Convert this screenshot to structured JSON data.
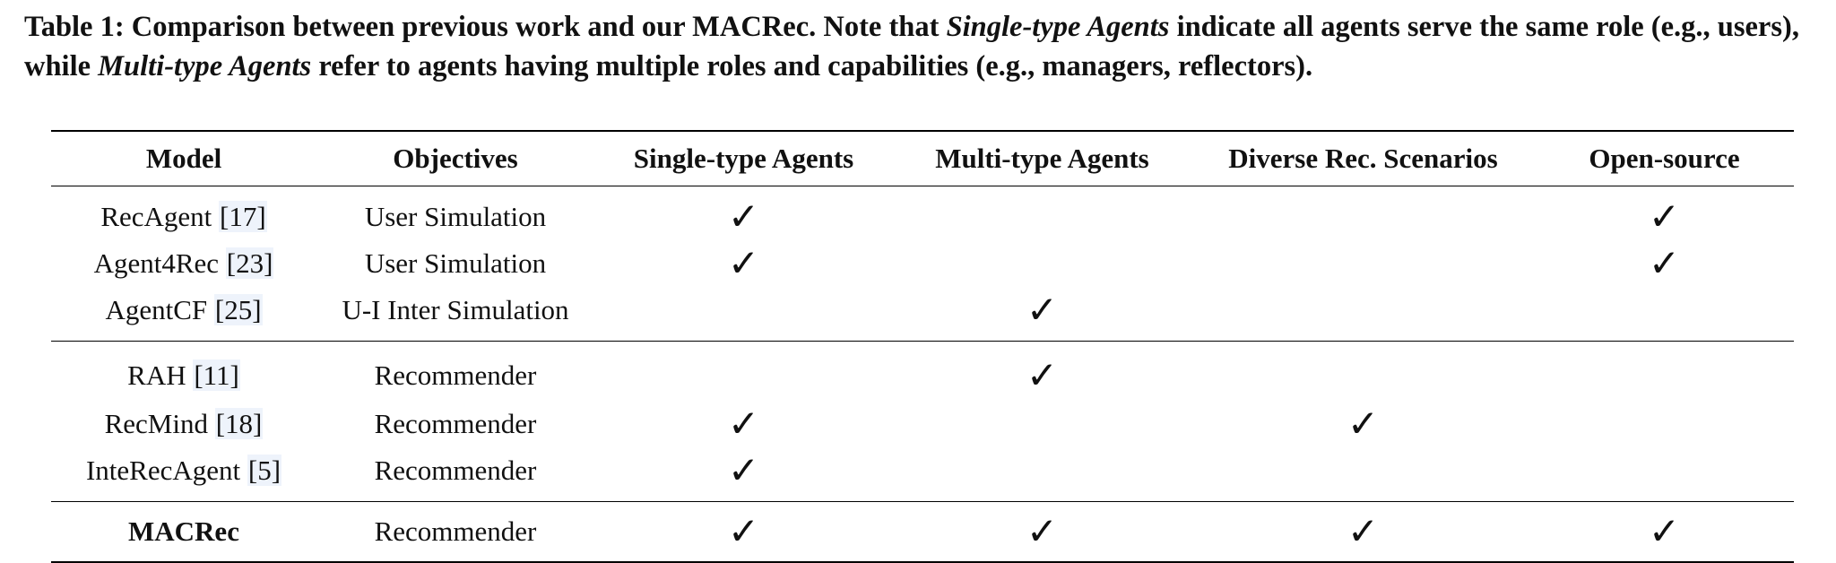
{
  "caption": {
    "part1": "Table 1: Comparison between previous work and our MACRec. Note that ",
    "em1": "Single-type Agents",
    "part2": " indicate all agents serve the same role (e.g., users), while ",
    "em2": "Multi-type Agents",
    "part3": " refer to agents having multiple roles and capabilities (e.g., managers, reflectors)."
  },
  "table": {
    "headers": [
      "Model",
      "Objectives",
      "Single-type Agents",
      "Multi-type Agents",
      "Diverse Rec. Scenarios",
      "Open-source"
    ],
    "check_symbol": "✓",
    "groups": [
      [
        {
          "model": "RecAgent",
          "cite": "[17]",
          "objective": "User Simulation",
          "single": true,
          "multi": false,
          "diverse": false,
          "open": true
        },
        {
          "model": "Agent4Rec",
          "cite": "[23]",
          "objective": "User Simulation",
          "single": true,
          "multi": false,
          "diverse": false,
          "open": true
        },
        {
          "model": "AgentCF",
          "cite": "[25]",
          "objective": "U-I Inter Simulation",
          "single": false,
          "multi": true,
          "diverse": false,
          "open": false
        }
      ],
      [
        {
          "model": "RAH",
          "cite": "[11]",
          "objective": "Recommender",
          "single": false,
          "multi": true,
          "diverse": false,
          "open": false
        },
        {
          "model": "RecMind",
          "cite": "[18]",
          "objective": "Recommender",
          "single": true,
          "multi": false,
          "diverse": true,
          "open": false
        },
        {
          "model": "InteRecAgent",
          "cite": "[5]",
          "objective": "Recommender",
          "single": true,
          "multi": false,
          "diverse": false,
          "open": false
        }
      ],
      [
        {
          "model": "MACRec",
          "cite": "",
          "objective": "Recommender",
          "single": true,
          "multi": true,
          "diverse": true,
          "open": true
        }
      ]
    ]
  }
}
